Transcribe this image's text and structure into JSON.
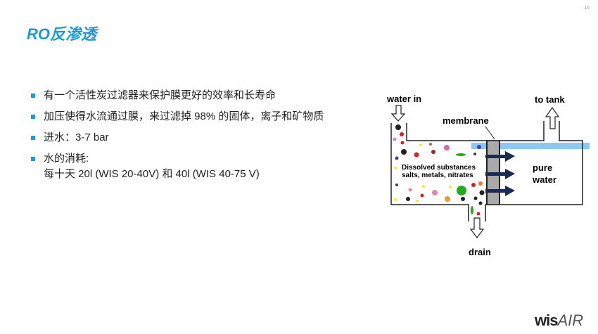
{
  "page_number": "16",
  "title": "RO反渗透",
  "bullets": [
    "有一个活性炭过滤器来保护膜更好的效率和长寿命",
    "加压使得水流通过膜，来过滤掉 98% 的固体，离子和矿物质",
    "进水：3-7 bar",
    "水的消耗:",
    "每十天 20l (WIS 20-40V) 和 40l (WIS 40-75 V)"
  ],
  "diagram": {
    "water_in": "water in",
    "to_tank": "to tank",
    "membrane": "membrane",
    "dissolved1": "Dissolved substances",
    "dissolved2": "salts, metals, nitrates",
    "pure1": "pure",
    "pure2": "water",
    "drain": "drain"
  },
  "logo": {
    "bold": "wis",
    "light": "AIR"
  },
  "colors": {
    "accent": "#1a9ad6",
    "water": "#8cc8f5"
  }
}
